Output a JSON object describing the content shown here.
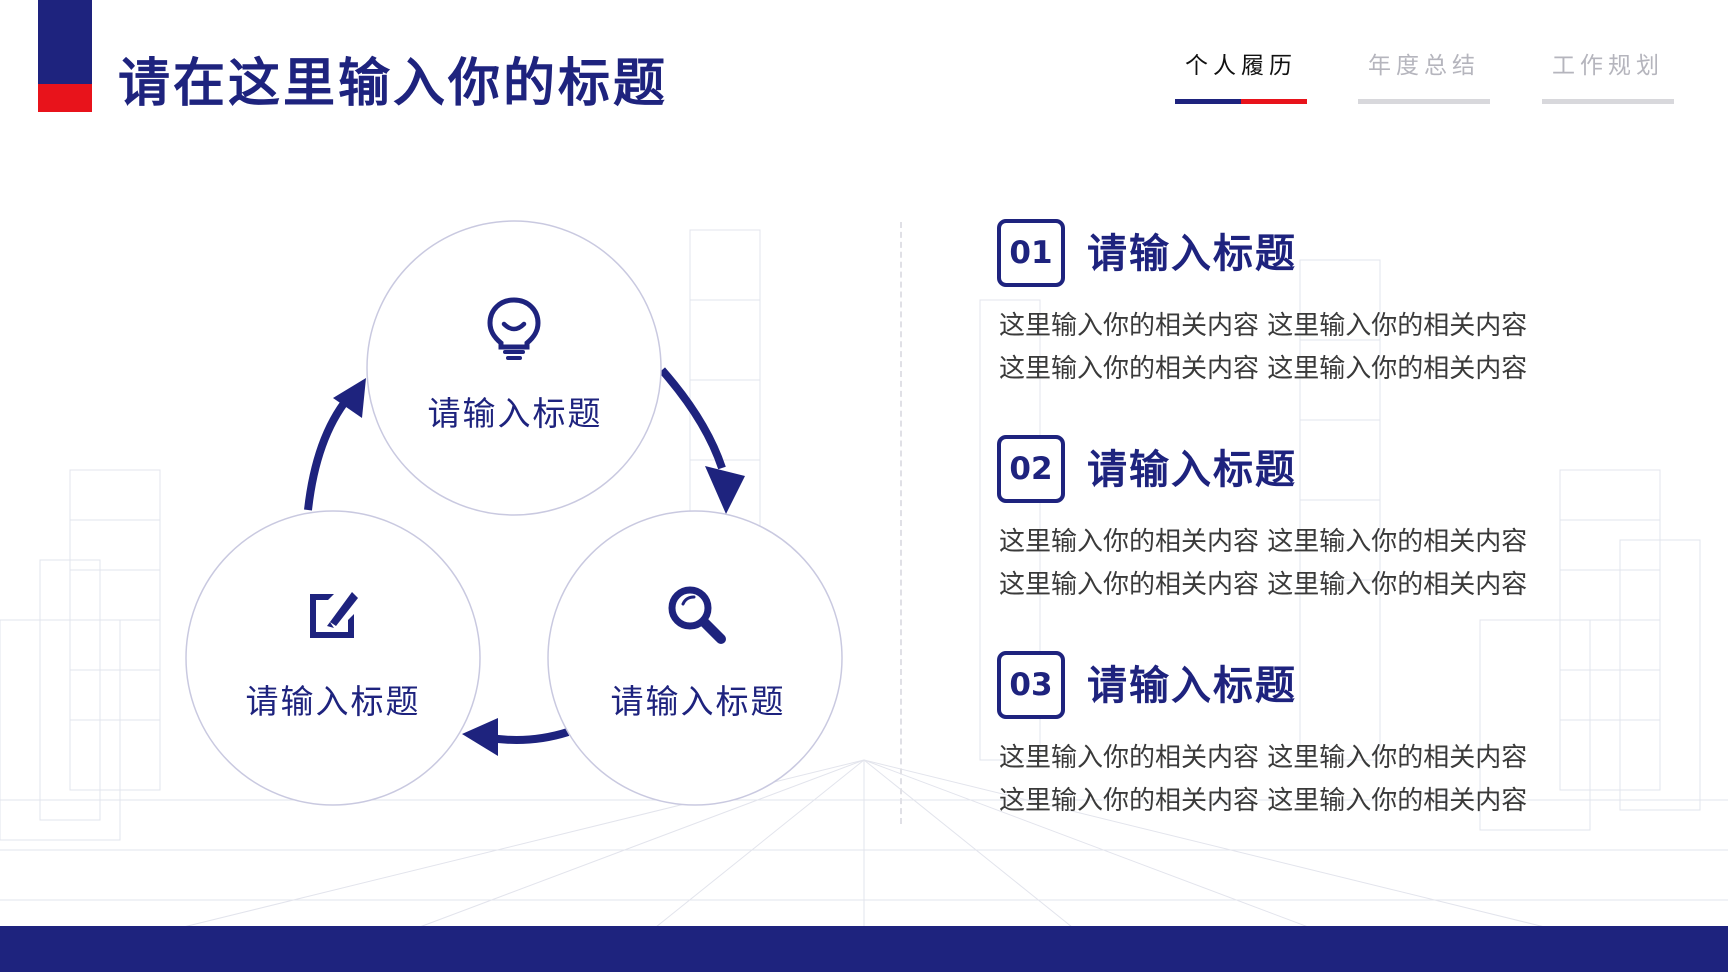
{
  "page": {
    "title": "请在这里输入你的标题"
  },
  "tabs": [
    {
      "label": "个人履历",
      "active": true
    },
    {
      "label": "年度总结",
      "active": false
    },
    {
      "label": "工作规划",
      "active": false
    }
  ],
  "cycle": {
    "top_label": "请输入标题",
    "left_label": "请输入标题",
    "right_label": "请输入标题",
    "icons": [
      "lightbulb-icon",
      "edit-icon",
      "search-icon"
    ]
  },
  "items": [
    {
      "number": "01",
      "title": "请输入标题",
      "lines": [
        "这里输入你的相关内容  这里输入你的相关内容",
        "这里输入你的相关内容  这里输入你的相关内容"
      ]
    },
    {
      "number": "02",
      "title": "请输入标题",
      "lines": [
        "这里输入你的相关内容  这里输入你的相关内容",
        "这里输入你的相关内容  这里输入你的相关内容"
      ]
    },
    {
      "number": "03",
      "title": "请输入标题",
      "lines": [
        "这里输入你的相关内容  这里输入你的相关内容",
        "这里输入你的相关内容  这里输入你的相关内容"
      ]
    }
  ],
  "colors": {
    "primary": "#1e237e",
    "accent": "#e8131b",
    "text": "#3a3a3a"
  }
}
